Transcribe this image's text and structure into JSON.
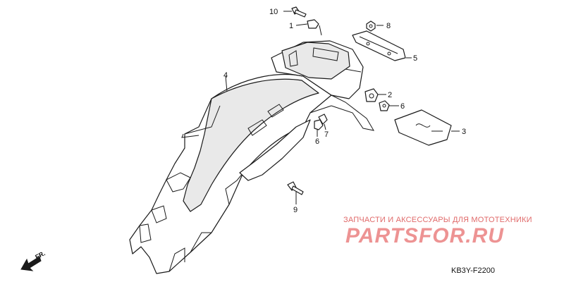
{
  "callouts": {
    "c1": "1",
    "c2": "2",
    "c3": "3",
    "c4": "4",
    "c5": "5",
    "c6a": "6",
    "c6b": "6",
    "c7": "7",
    "c8": "8",
    "c9": "9",
    "c10": "10"
  },
  "front_arrow_label": "FR.",
  "diagram_code": "KB3Y-F2200",
  "watermark": {
    "tagline": "ЗАПЧАСТИ И АКСЕССУАРЫ ДЛЯ МОТОТЕХНИКИ",
    "logo": "PARTSFOR.RU"
  }
}
